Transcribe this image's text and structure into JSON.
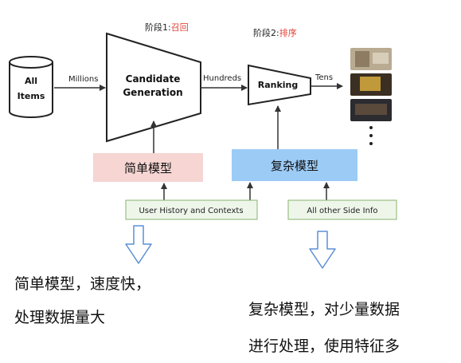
{
  "stages": {
    "recall_prefix": "阶段1:",
    "recall_name": "召回",
    "rank_prefix": "阶段2:",
    "rank_name": "排序"
  },
  "nodes": {
    "items_line1": "All",
    "items_line2": "Items",
    "candidate_line1": "Candidate",
    "candidate_line2": "Generation",
    "ranking": "Ranking"
  },
  "flow_labels": {
    "millions": "Millions",
    "hundreds": "Hundreds",
    "tens": "Tens"
  },
  "models": {
    "simple": "简单模型",
    "complex": "复杂模型"
  },
  "sources": {
    "user_history": "User History and Contexts",
    "side_info": "All other Side Info"
  },
  "notes": {
    "left_line1": "简单模型，速度快，",
    "left_line2": "处理数据量大",
    "right_line1": "复杂模型，对少量数据",
    "right_line2": "进行处理，使用特征多"
  },
  "colors": {
    "simple_model_fill": "#f6d5d2",
    "complex_model_fill": "#9ccbf6",
    "source_box_fill": "#eef6ea",
    "source_box_stroke": "#8ab36e",
    "stage_highlight": "#e0463a",
    "hollow_arrow_stroke": "#5b8fd6"
  },
  "icons": {
    "database": "database-cylinder-icon",
    "ellipsis": "vertical-ellipsis-icon",
    "down_arrow": "hollow-down-arrow-icon"
  }
}
